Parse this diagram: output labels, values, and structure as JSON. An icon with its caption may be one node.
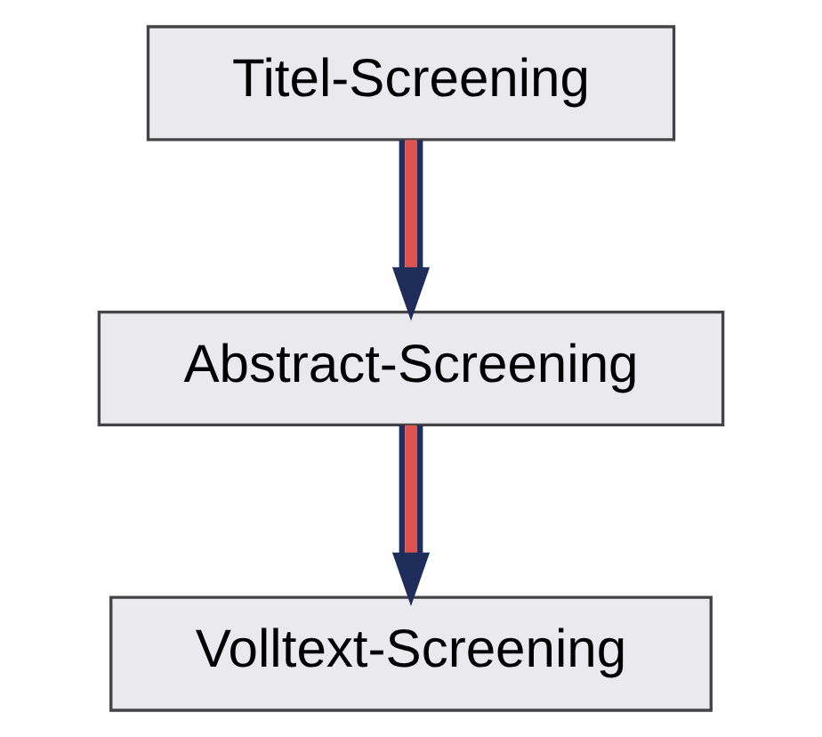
{
  "diagram": {
    "nodes": [
      {
        "text": [
          "Titel-Screening"
        ]
      },
      {
        "text": [
          "Abstract-Screening"
        ]
      },
      {
        "text": [
          "Volltext-Screening"
        ]
      }
    ],
    "edges": [
      {
        "from": 0,
        "to": 1,
        "arrow": "to"
      },
      {
        "from": 1,
        "to": 2,
        "arrow": "to"
      }
    ]
  }
}
